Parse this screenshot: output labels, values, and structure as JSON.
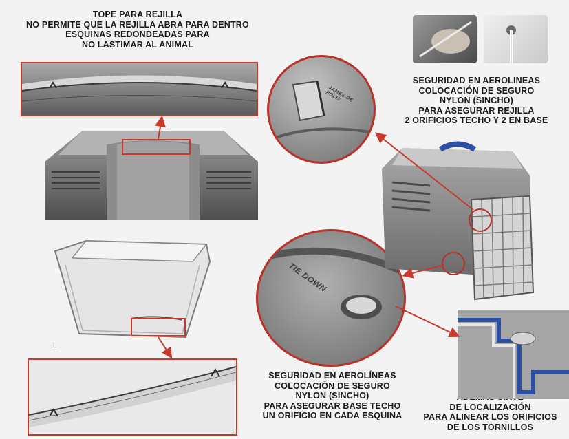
{
  "captions": {
    "top_left": [
      "TOPE PARA REJILLA",
      "NO PERMITE QUE LA REJILLA ABRA PARA DENTRO",
      "ESQUINAS REDONDEADAS PARA",
      "NO LASTIMAR AL ANIMAL"
    ],
    "top_right": [
      "SEGURIDAD EN AEROLINEAS",
      "COLOCACIÓN DE SEGURO",
      "NYLON (SINCHO)",
      "PARA ASEGURAR REJILLA",
      "2 ORIFICIOS TECHO Y 2 EN BASE"
    ],
    "bottom_middle": [
      "SEGURIDAD EN AEROLÍNEAS",
      "COLOCACIÓN DE SEGURO",
      "NYLON (SINCHO)",
      "PARA ASEGURAR BASE TECHO",
      "UN ORIFICIO EN CADA ESQUINA"
    ],
    "bottom_right": [
      "ADEMAS SIRVE",
      "DE LOCALIZACIÓN",
      "PARA ALINEAR LOS ORIFICIOS",
      "DE LOS TORNILLOS"
    ]
  },
  "embossed_text": {
    "tie_down": "TIE DOWN",
    "small_mark": "JAMES DE POLIS"
  },
  "colors": {
    "accent_red": "#c8382b",
    "handle_blue": "#2d4fa3",
    "plastic_gray": "#8a8a8a"
  }
}
